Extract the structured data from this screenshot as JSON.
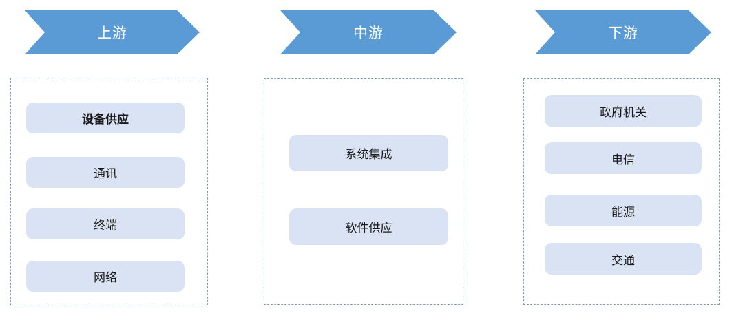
{
  "diagram": {
    "title": "industry-chain-diagram",
    "columns": [
      {
        "id": "upstream",
        "header": "上游",
        "items": [
          {
            "label": "设备供应",
            "bold": true
          },
          {
            "label": "通讯",
            "bold": false
          },
          {
            "label": "终端",
            "bold": false
          },
          {
            "label": "网络",
            "bold": false
          }
        ]
      },
      {
        "id": "midstream",
        "header": "中游",
        "items": [
          {
            "label": "系统集成",
            "bold": false
          },
          {
            "label": "软件供应",
            "bold": false
          }
        ]
      },
      {
        "id": "downstream",
        "header": "下游",
        "items": [
          {
            "label": "政府机关",
            "bold": false
          },
          {
            "label": "电信",
            "bold": false
          },
          {
            "label": "能源",
            "bold": false
          },
          {
            "label": "交通",
            "bold": false
          }
        ]
      }
    ],
    "colors": {
      "arrow_fill": "#5B9BD5",
      "arrow_text": "#FFFFFF",
      "box_fill": "#DAE3F3",
      "box_text": "#1A1A1A",
      "panel_border": "#7E9EBD",
      "background": "#FFFFFF"
    }
  }
}
